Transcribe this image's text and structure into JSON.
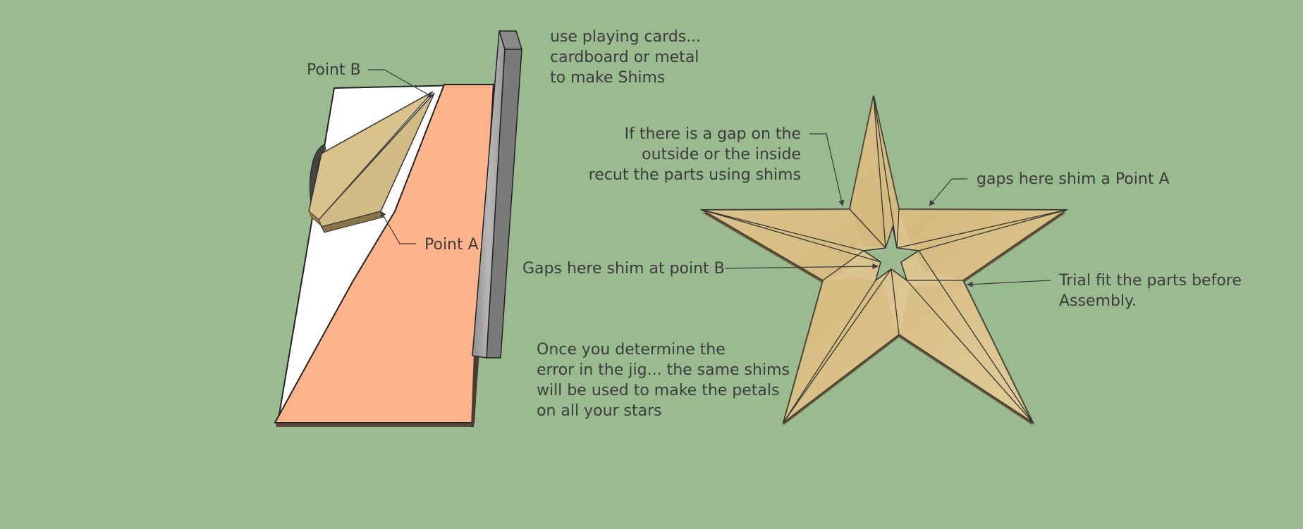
{
  "colors": {
    "background": "#99bb8f",
    "jig_base": "#ffb38a",
    "jig_back": "#ffffff",
    "fence": "#a9a9a9",
    "wood": "#ddc897",
    "text": "#3c3c3c"
  },
  "labels": {
    "point_b": "Point B",
    "point_a": "Point A",
    "shims_note": [
      "use playing cards...",
      "cardboard or metal",
      "to make Shims"
    ],
    "gap_note": [
      "If there is a gap on the",
      "outside or the inside",
      "recut the parts using shims"
    ],
    "gaps_point_a": "gaps here shim a Point A",
    "gaps_point_b": "Gaps here shim at point B",
    "trial_fit": [
      "Trial fit the parts before",
      "Assembly."
    ],
    "jig_error_note": [
      "Once you determine the",
      "error in the jig... the same shims",
      "will be used to make the petals",
      "on all your stars"
    ]
  }
}
